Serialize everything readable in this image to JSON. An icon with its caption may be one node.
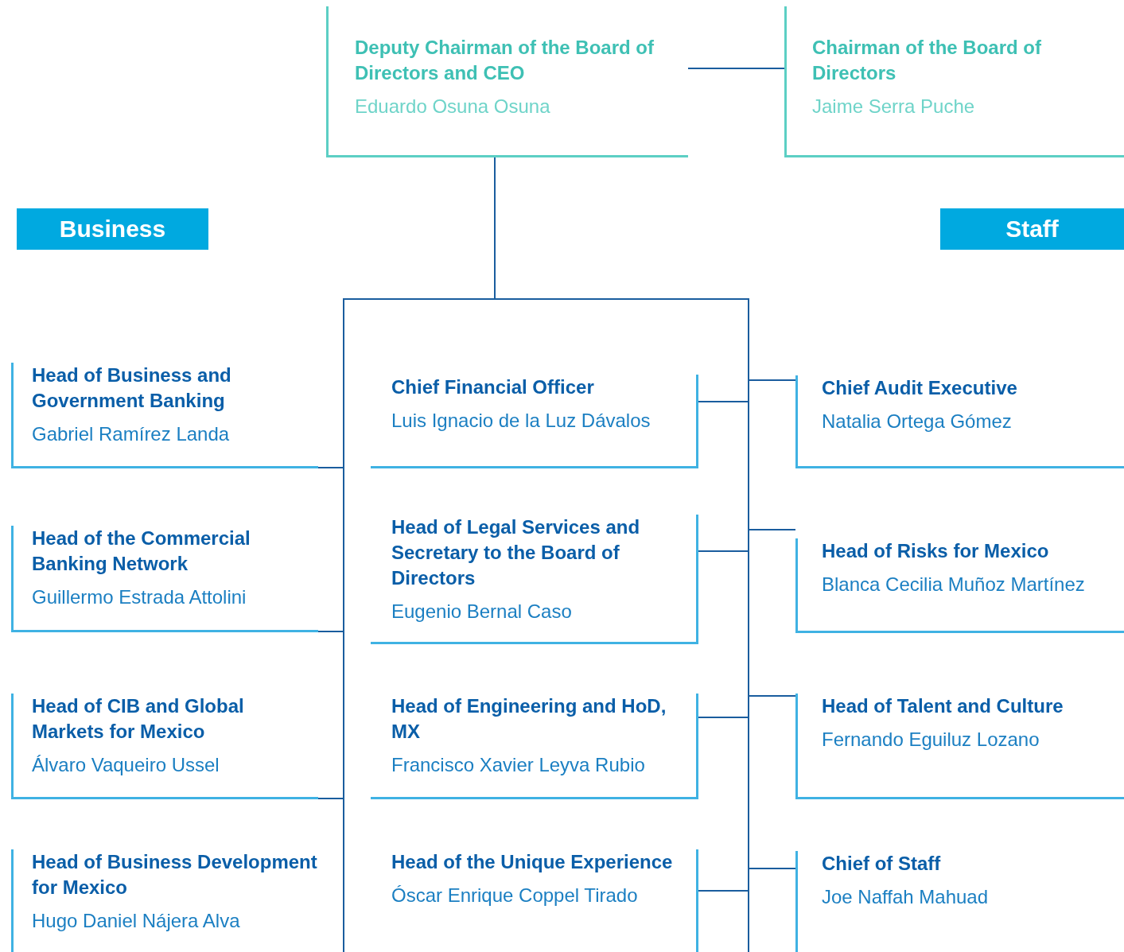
{
  "diagram": {
    "nodes": [
      {
        "text": [
          "Deputy Chairman of the Board of Directors and CEO",
          "Eduardo Osuna Osuna"
        ]
      },
      {
        "text": [
          "Chairman of the Board of Directors",
          "Jaime Serra Puche"
        ]
      },
      {
        "text": [
          "Business"
        ]
      },
      {
        "text": [
          "Staff"
        ]
      },
      {
        "text": [],
        "shape": "box"
      },
      {
        "text": [
          "Chief Financial Officer",
          "Luis Ignacio de la Luz Dávalos"
        ],
        "in": 4
      },
      {
        "text": [
          "Head of Legal Services and Secretary to the Board of Directors",
          "Eugenio Bernal Caso"
        ],
        "in": 4
      },
      {
        "text": [
          "Head of Engineering and HoD, MX",
          "Francisco Xavier Leyva Rubio"
        ],
        "in": 4
      },
      {
        "text": [
          "Head of the Unique Experience",
          "Óscar Enrique Coppel Tirado"
        ],
        "in": 4
      },
      {
        "text": [
          "Head of Business and Government Banking",
          "Gabriel Ramírez Landa"
        ]
      },
      {
        "text": [
          "Head of the Commercial Banking Network",
          "Guillermo Estrada Attolini"
        ]
      },
      {
        "text": [
          "Head of CIB and Global Markets for Mexico",
          "Álvaro Vaqueiro Ussel"
        ]
      },
      {
        "text": [
          "Head of Business Development for Mexico",
          "Hugo Daniel Nájera Alva"
        ]
      },
      {
        "text": [
          "Chief Audit Executive",
          "Natalia Ortega Gómez"
        ]
      },
      {
        "text": [
          "Head of Risks for Mexico",
          "Blanca Cecilia Muñoz Martínez"
        ]
      },
      {
        "text": [
          "Head of Talent and Culture",
          "Fernando Eguiluz Lozano"
        ]
      },
      {
        "text": [
          "Chief of Staff",
          "Joe Naffah Mahuad"
        ]
      }
    ],
    "edges": [
      {
        "from": 0,
        "to": 1,
        "arrow": "none"
      },
      {
        "from": 0,
        "to": 4,
        "arrow": "none"
      },
      {
        "from": 5,
        "to": 4,
        "arrow": "none"
      },
      {
        "from": 6,
        "to": 4,
        "arrow": "none"
      },
      {
        "from": 7,
        "to": 4,
        "arrow": "none"
      },
      {
        "from": 8,
        "to": 4,
        "arrow": "none"
      },
      {
        "from": 9,
        "to": 4,
        "arrow": "none"
      },
      {
        "from": 10,
        "to": 4,
        "arrow": "none"
      },
      {
        "from": 11,
        "to": 4,
        "arrow": "none"
      },
      {
        "from": 4,
        "to": 13,
        "arrow": "none"
      },
      {
        "from": 4,
        "to": 14,
        "arrow": "none"
      },
      {
        "from": 4,
        "to": 15,
        "arrow": "none"
      },
      {
        "from": 4,
        "to": 16,
        "arrow": "none"
      }
    ]
  }
}
